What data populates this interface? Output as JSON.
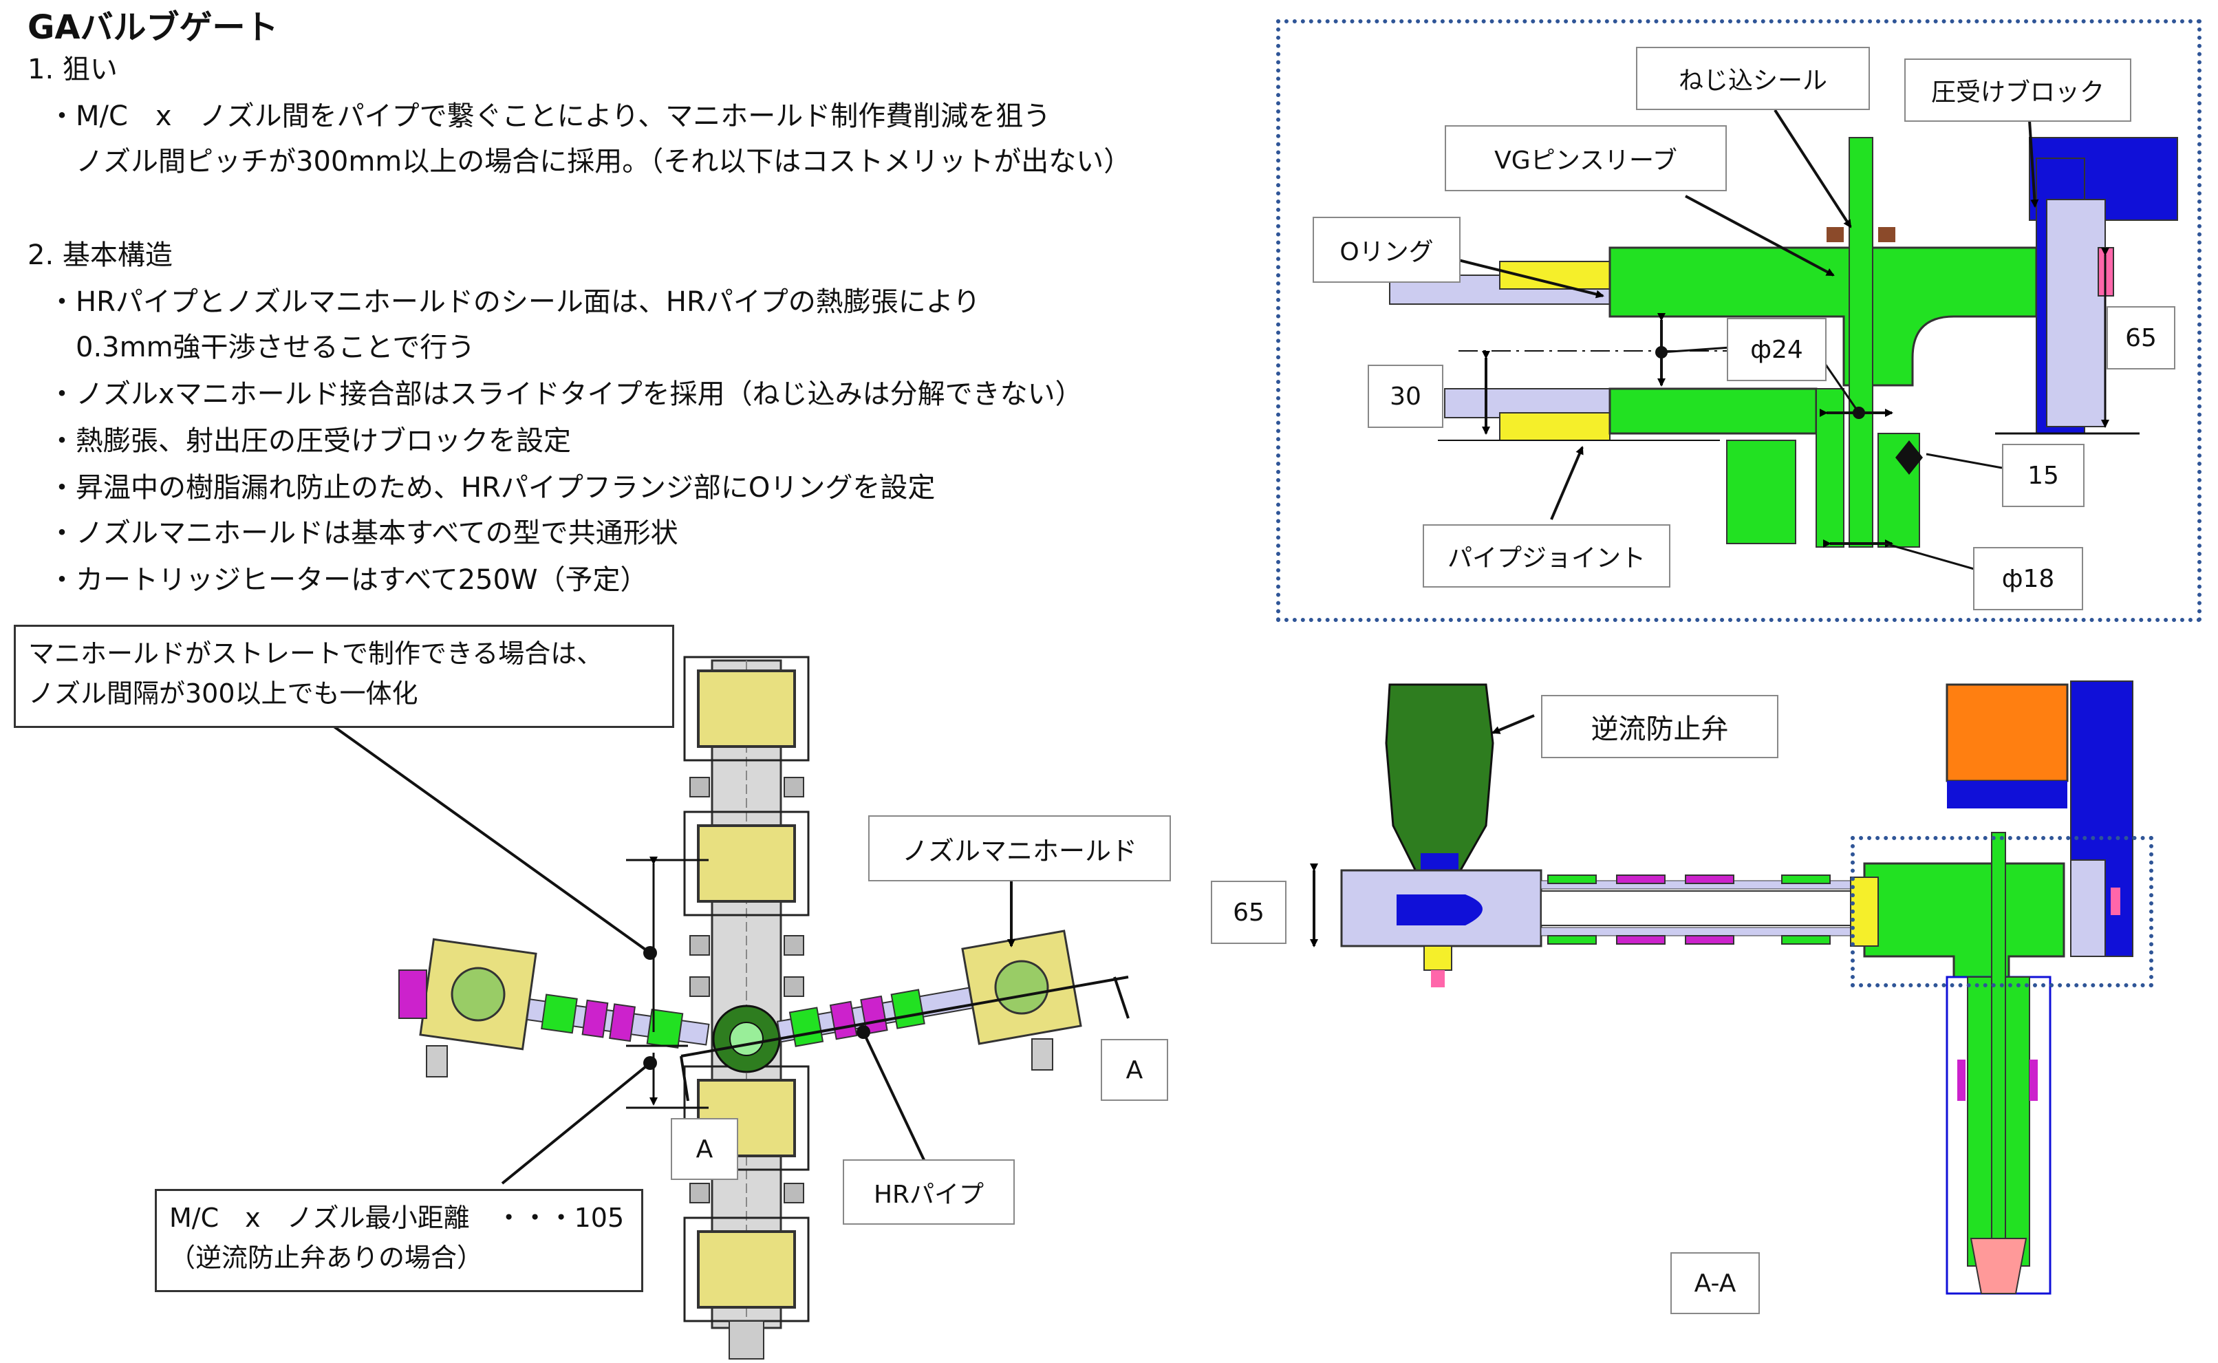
{
  "title": "GAバルブゲート",
  "section1": {
    "heading": "1. 狙い",
    "lines": [
      "・M/C　x　ノズル間をパイプで繋ぐことにより、マニホールド制作費削減を狙う",
      "　ノズル間ピッチが300mm以上の場合に採用。（それ以下はコストメリットが出ない）"
    ]
  },
  "section2": {
    "heading": "2. 基本構造",
    "lines": [
      "・HRパイプとノズルマニホールドのシール面は、HRパイプの熱膨張により",
      "　0.3mm強干渉させることで行う",
      "・ノズルxマニホールド接合部はスライドタイプを採用（ねじ込みは分解できない）",
      "・熱膨張、射出圧の圧受けブロックを設定",
      "・昇温中の樹脂漏れ防止のため、HRパイプフランジ部にOリングを設定",
      "・ノズルマニホールドは基本すべての型で共通形状",
      "・カートリッジヒーターはすべて250W（予定）"
    ]
  },
  "callouts_left": {
    "integrate_note": [
      "マニホールドがストレートで制作できる場合は、",
      "ノズル間隔が300以上でも一体化"
    ],
    "nozzle_manifold": "ノズルマニホールド",
    "section_mark_right": "A",
    "section_mark_left": "A",
    "hr_pipe": "HRパイプ",
    "min_distance": [
      "M/C　x　ノズル最小距離　・・・105",
      "（逆流防止弁ありの場合）"
    ]
  },
  "detail_top_right": {
    "screw_seal": "ねじ込シール",
    "pressure_block": "圧受けブロック",
    "vg_pin_sleeve": "VGピンスリーブ",
    "o_ring": "Oリング",
    "phi24": "ф24",
    "dim_30": "30",
    "dim_65": "65",
    "dim_15": "15",
    "pipe_joint": "パイプジョイント",
    "phi18": "ф18"
  },
  "section_view": {
    "check_valve": "逆流防止弁",
    "dim_65": "65",
    "label": "A-A"
  },
  "colors": {
    "green": "#22e122",
    "magenta": "#cc22cc",
    "blue": "#1010d8",
    "orange": "#ff7f11",
    "yellow": "#f5ef2a",
    "dark_green": "#2e7d1f",
    "lavender": "#ccccf0",
    "frame_blue": "#2f5597",
    "khaki": "#e8e080"
  }
}
